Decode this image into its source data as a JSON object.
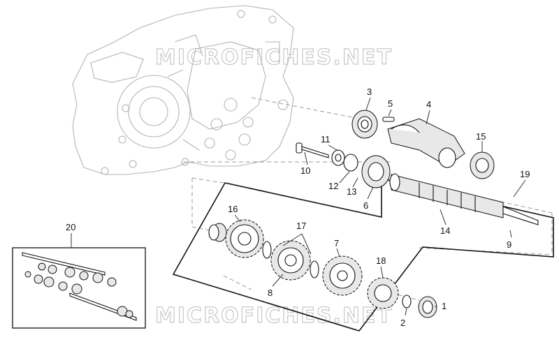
{
  "watermarks": [
    "MICROFICHES.NET",
    "MICROFICHES.NET"
  ],
  "labels": {
    "p1": "1",
    "p2": "2",
    "p3": "3",
    "p4": "4",
    "p5": "5",
    "p6": "6",
    "p7": "7",
    "p8": "8",
    "p9": "9",
    "p10": "10",
    "p11": "11",
    "p12": "12",
    "p13": "13",
    "p14": "14",
    "p15": "15",
    "p16": "16",
    "p17": "17",
    "p18": "18",
    "p19": "19",
    "p20": "20"
  }
}
